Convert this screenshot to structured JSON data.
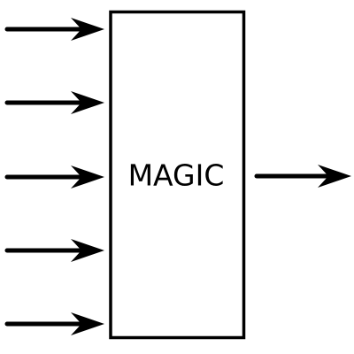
{
  "diagram": {
    "box_label": "MAGIC",
    "input_count": 5,
    "output_count": 1,
    "stroke_color": "#000000",
    "background_color": "#ffffff"
  }
}
